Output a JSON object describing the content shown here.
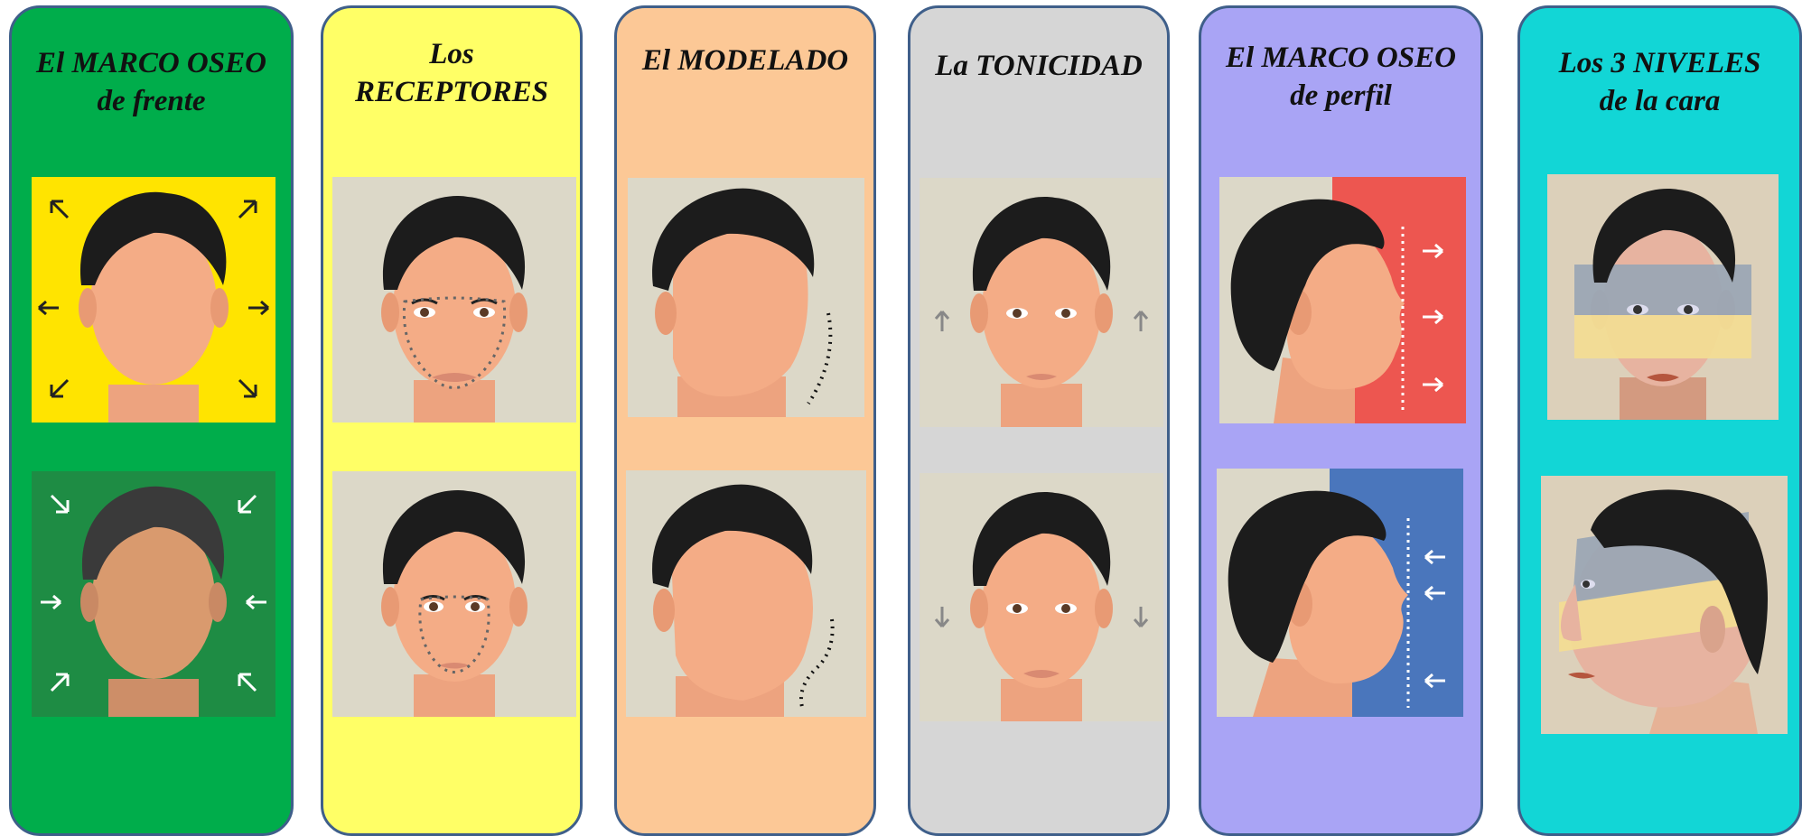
{
  "cards": [
    {
      "title1": "El MARCO OSEO",
      "title2": "de frente",
      "color": "#00ad4b"
    },
    {
      "title1": "Los",
      "title2": "RECEPTORES",
      "color": "#ffff66"
    },
    {
      "title1": "El MODELADO",
      "title2": "",
      "color": "#fcc896"
    },
    {
      "title1": "La TONICIDAD",
      "title2": "",
      "color": "#d6d6d6"
    },
    {
      "title1": "El MARCO OSEO",
      "title2": "de perfil",
      "color": "#a9a4f5"
    },
    {
      "title1": "Los 3 NIVELES",
      "title2": "de la cara",
      "color": "#12d6d6"
    }
  ]
}
